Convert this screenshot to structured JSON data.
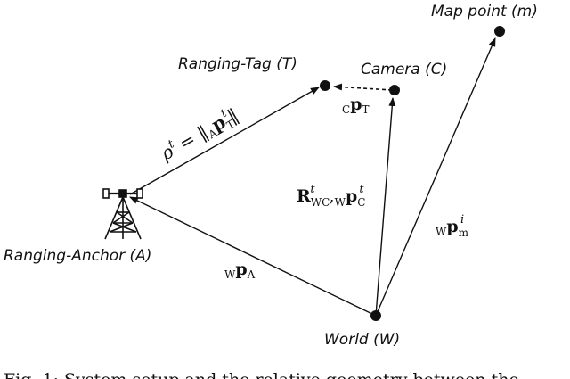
{
  "nodes": {
    "map_point": "Map point (m)",
    "ranging_tag": "Ranging-Tag (T)",
    "camera": "Camera (C)",
    "ranging_anchor": "Ranging-Anchor (A)",
    "world": "World (W)"
  },
  "edges": {
    "range": {
      "rho": "ρ",
      "sup_t": "t",
      "eq": " = ‖",
      "sub_A": "A",
      "p": "p",
      "sub_T": "T",
      "sup_t2": "t",
      "close": "‖"
    },
    "camera_to_tag": {
      "sub_C": "C",
      "p": "p",
      "sub_T": "T"
    },
    "world_to_anchor": {
      "sub_W": "W",
      "p": "p",
      "sub_A": "A"
    },
    "world_to_camera": {
      "R": "R",
      "sub_WC": "WC",
      "sup_t": "t",
      "comma": ",",
      "sub_W": "W",
      "p": "p",
      "sub_C": "C",
      "sup_t2": "t"
    },
    "world_to_map": {
      "sub_W": "W",
      "p": "p",
      "sub_m": "m",
      "sup_i": "i"
    }
  },
  "caption": "Fig. 1: System setup and the relative geometry between the",
  "icons": [
    "antenna-tower-icon"
  ],
  "colors": {
    "ink": "#111111",
    "background": "#ffffff"
  }
}
